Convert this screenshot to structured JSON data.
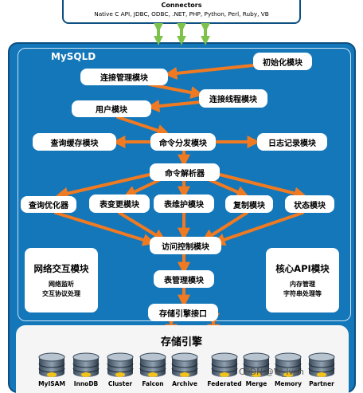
{
  "connectors": {
    "title": "Connectors",
    "subtitle": "Native C API, JDBC, ODBC, .NET, PHP, Python, Perl, Ruby, VB"
  },
  "server": {
    "label": "MySQLD"
  },
  "modules": {
    "init": "初始化模块",
    "conn_mgr": "连接管理模块",
    "conn_thread": "连接线程模块",
    "user": "用户模块",
    "query_cache": "查询缓存模块",
    "cmd_dispatch": "命令分发模块",
    "log": "日志记录模块",
    "cmd_parser": "命令解析器",
    "optimizer": "查询优化器",
    "table_change": "表变更模块",
    "table_maint": "表维护模块",
    "replication": "复制模块",
    "status": "状态模块",
    "access_ctrl": "访问控制模块",
    "table_mgr": "表管理模块",
    "storage_if": "存储引擎接口"
  },
  "network": {
    "title": "网络交互模块",
    "line1": "网络监听",
    "line2": "交互协议处理"
  },
  "core_api": {
    "title": "核心API模块",
    "line1": "内存管理",
    "line2": "字符串处理等"
  },
  "storage": {
    "title": "存储引擎",
    "engines": [
      "MyISAM",
      "InnoDB",
      "Cluster",
      "Falcon",
      "Archive",
      "Federated",
      "Merge",
      "Memory",
      "Partner"
    ]
  },
  "watermark": "CSDN @W_Ivan"
}
